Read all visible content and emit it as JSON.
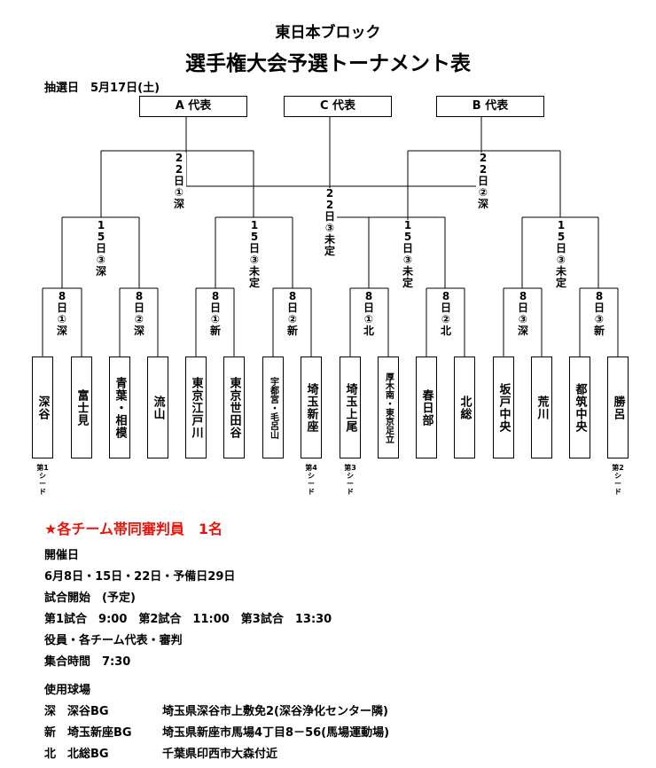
{
  "header": {
    "block": "東日本ブロック",
    "title": "選手権大会予選トーナメント表",
    "lottery": "抽選日　5月17日(土)"
  },
  "representatives": [
    "A 代表",
    "C 代表",
    "B 代表"
  ],
  "rounds": {
    "final_left": "22日①深",
    "final_center": "22日③未定",
    "final_right": "22日②深",
    "r15": [
      "15日③深",
      "15日③未定",
      "15日③未定",
      "15日③未定"
    ],
    "r8": [
      "8日①深",
      "8日②深",
      "8日①新",
      "8日②新",
      "8日①北",
      "8日②北",
      "8日③深",
      "8日③新"
    ]
  },
  "teams": [
    "深谷",
    "富士見",
    "青葉・相模",
    "流山",
    "東京江戸川",
    "東京世田谷",
    "宇都宮・毛呂山",
    "埼玉新座",
    "埼玉上尾",
    "厚木南・東京足立",
    "春日部",
    "北総",
    "坂戸中央",
    "荒川",
    "都筑中央",
    "勝呂"
  ],
  "seeds": [
    "第1シード",
    "第4シード",
    "第3シード",
    "第2シード"
  ],
  "notice": "★各チーム帯同審判員　1名",
  "info": {
    "dates_label": "開催日",
    "dates": "6月8日・15日・22日・予備日29日",
    "start_label": "試合開始　(予定)",
    "start_times": "第1試合　9:00　第2試合　11:00　第3試合　13:30",
    "officials": "役員・各チーム代表・審判",
    "assembly": "集合時間　7:30",
    "venues_label": "使用球場"
  },
  "venues": [
    {
      "code": "深　深谷BG",
      "address": "埼玉県深谷市上敷免2(深谷浄化センター隣)"
    },
    {
      "code": "新　埼玉新座BG",
      "address": "埼玉県新座市馬場4丁目8－56(馬場運動場)"
    },
    {
      "code": "北　北総BG",
      "address": "千葉県印西市大森付近"
    }
  ]
}
